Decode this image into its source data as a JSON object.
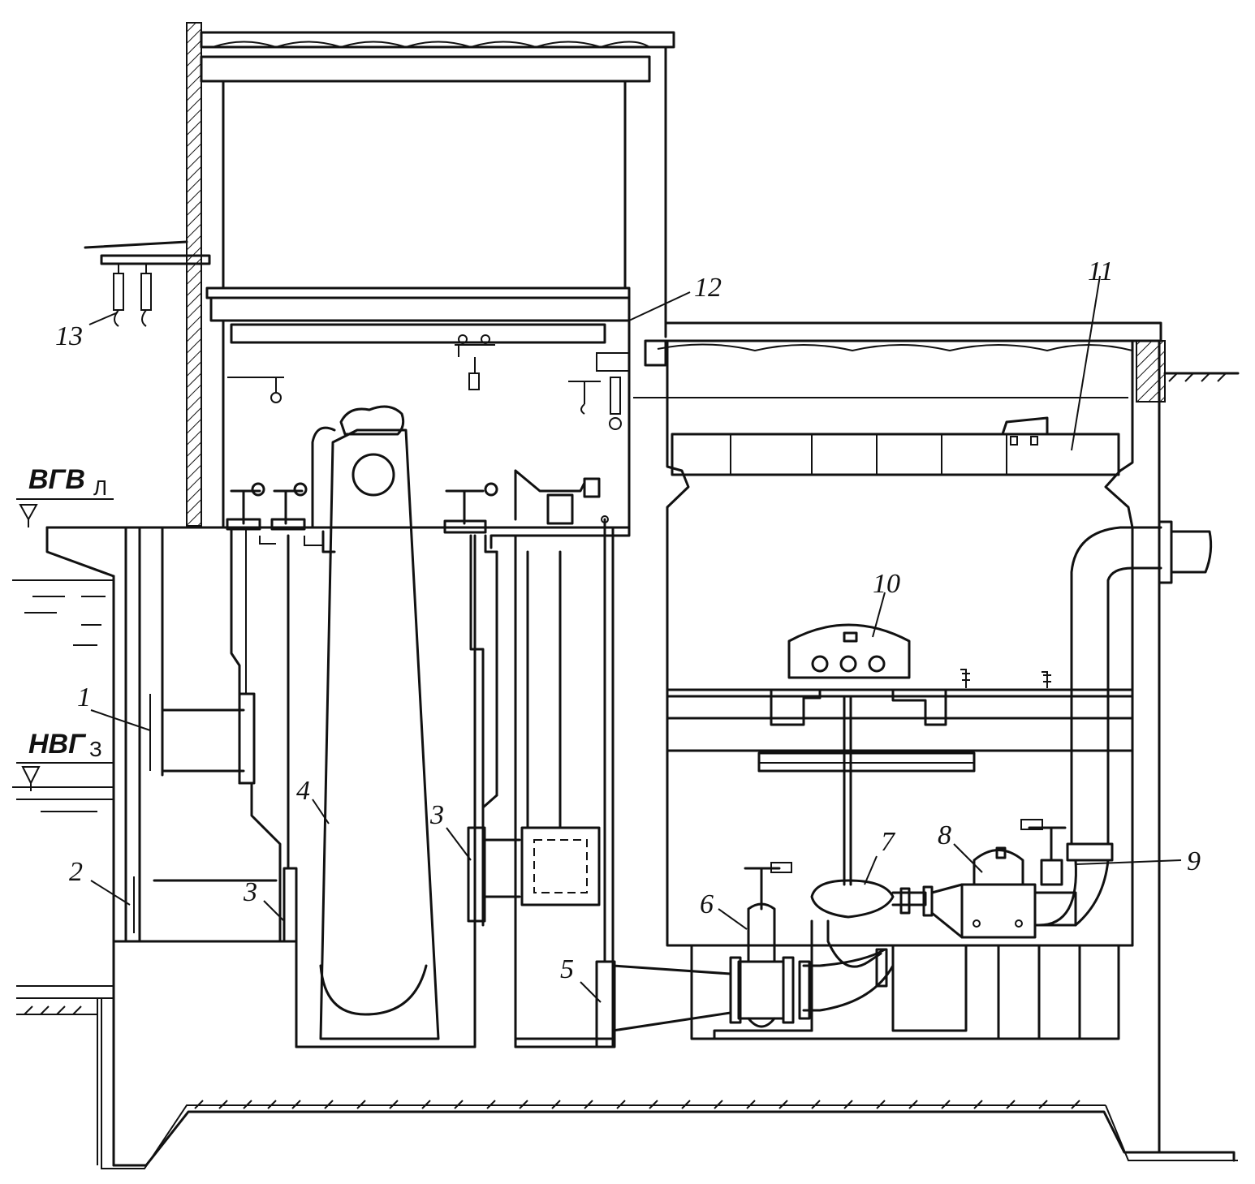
{
  "levels": {
    "upper": {
      "main": "ВГВ",
      "sub": "Л"
    },
    "lower": {
      "main": "НВГ",
      "sub": "З"
    }
  },
  "callouts": [
    "1",
    "2",
    "3",
    "3",
    "4",
    "5",
    "6",
    "7",
    "8",
    "9",
    "10",
    "11",
    "12",
    "13"
  ]
}
